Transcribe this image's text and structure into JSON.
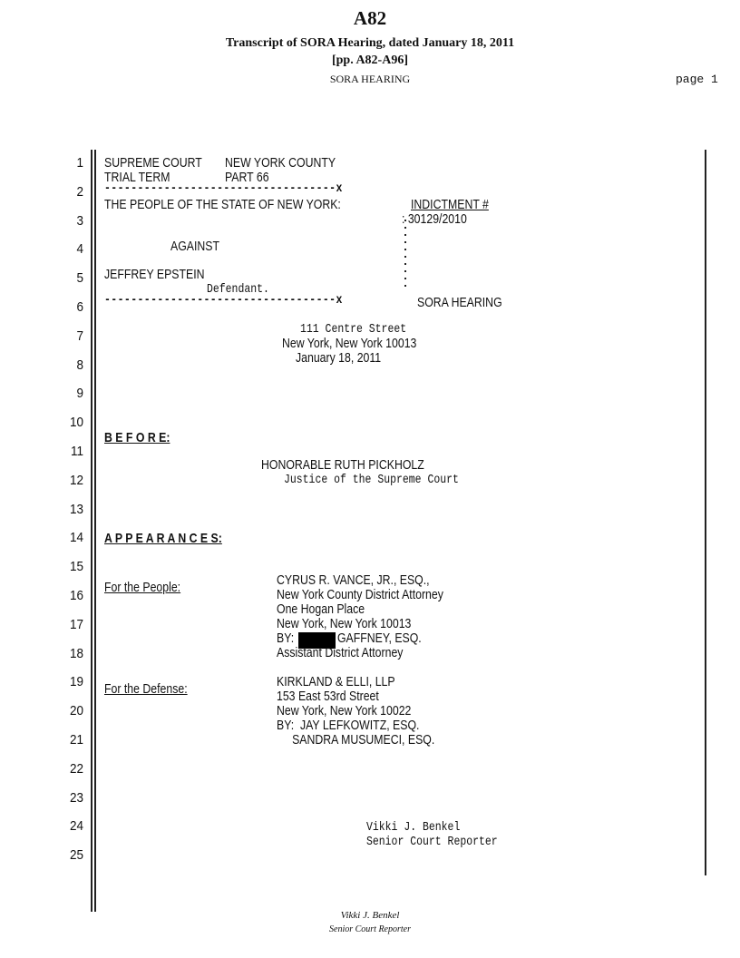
{
  "header": {
    "exhibit": "A82",
    "title": "Transcript of SORA Hearing, dated January 18, 2011",
    "pages": "[pp. A82-A96]",
    "running_head": "SORA HEARING",
    "page_label": "page 1"
  },
  "line_numbers": [
    "1",
    "2",
    "3",
    "4",
    "5",
    "6",
    "7",
    "8",
    "9",
    "10",
    "11",
    "12",
    "13",
    "14",
    "15",
    "16",
    "17",
    "18",
    "19",
    "20",
    "21",
    "22",
    "23",
    "24",
    "25"
  ],
  "caption": {
    "court": "SUPREME COURT",
    "county": "NEW YORK COUNTY",
    "term": "TRIAL TERM",
    "part": "PART 66",
    "dash_top": "-----------------------------------x",
    "plaintiff": "THE PEOPLE OF THE STATE OF NEW YORK:",
    "indictment_label": "INDICTMENT #",
    "indictment_number": ": 30129/2010",
    "against": "AGAINST",
    "defendant_name": "JEFFREY EPSTEIN",
    "defendant_label": "Defendant.",
    "dash_bottom": "-----------------------------------x",
    "proceeding": "SORA HEARING"
  },
  "location": {
    "street": "111 Centre Street",
    "city": "New York, New York 10013",
    "date": "January 18, 2011"
  },
  "before": {
    "heading": "B E F O R E:",
    "judge": "HONORABLE RUTH PICKHOLZ",
    "judge_title": "Justice of the Supreme Court"
  },
  "appearances": {
    "heading": "A P P E A R A N C E S:",
    "people": {
      "label": "For the People:",
      "lines": [
        "CYRUS R. VANCE, JR., ESQ.,",
        "New York County District Attorney",
        "One Hogan Place",
        "New York, New York 10013",
        "BY:              GAFFNEY, ESQ.",
        "Assistant District Attorney"
      ]
    },
    "defense": {
      "label": "For the Defense:",
      "lines": [
        "KIRKLAND & ELLI, LLP",
        "153 East 53rd Street",
        "New York, New York 10022",
        "BY:  JAY LEFKOWITZ, ESQ.",
        "     SANDRA MUSUMECI, ESQ."
      ]
    }
  },
  "reporter": {
    "name": "Vikki J. Benkel",
    "title": "Senior Court Reporter"
  },
  "footer": {
    "name": "Vikki J. Benkel",
    "title": "Senior Court Reporter"
  }
}
